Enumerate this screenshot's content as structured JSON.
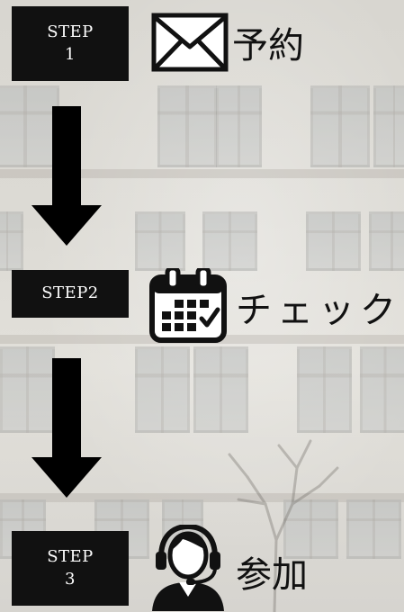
{
  "steps": [
    {
      "box_text": "STEP\n1",
      "label": "予約",
      "icon": "envelope-icon"
    },
    {
      "box_text": "STEP2",
      "label": "チェック",
      "icon": "calendar-check-icon"
    },
    {
      "box_text": "STEP\n3",
      "label": "参加",
      "icon": "headset-operator-icon"
    }
  ],
  "colors": {
    "box_background": "#111111",
    "box_text": "#ffffff",
    "label_text": "#111111",
    "arrow": "#000000"
  }
}
